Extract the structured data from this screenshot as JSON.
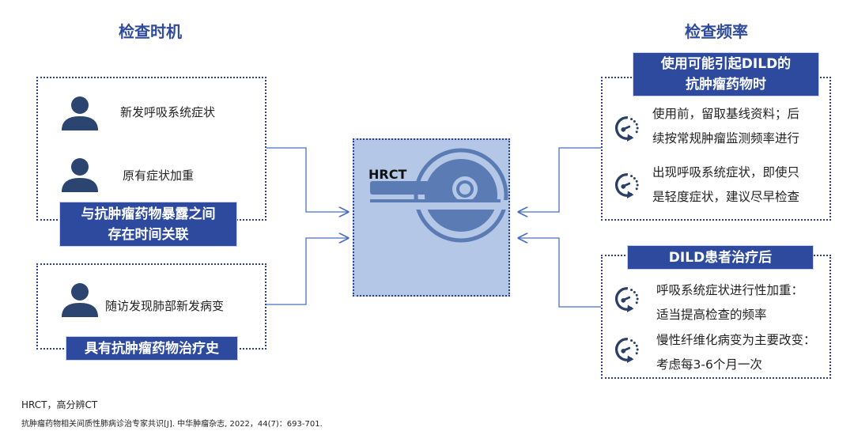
{
  "left": {
    "title": "检查时机",
    "group1": {
      "items": [
        "新发呼吸系统症状",
        "原有症状加重"
      ],
      "banner": [
        "与抗肿瘤药物暴露之间",
        "存在时间关联"
      ]
    },
    "group2": {
      "items": [
        "随访发现肺部新发病变"
      ],
      "banner": "具有抗肿瘤药物治疗史"
    }
  },
  "center": {
    "label": "HRCT",
    "colors": {
      "fill": "#b4c7e7",
      "icon": "#5b7bb5"
    }
  },
  "right": {
    "title": "检查频率",
    "group1": {
      "banner": [
        "使用可能引起DILD的",
        "抗肿瘤药物时"
      ],
      "items": [
        [
          "使用前，留取基线资料；后",
          "续按常规肿瘤监测频率进行"
        ],
        [
          "出现呼吸系统症状，即使只",
          "是轻度症状，建议尽早检查"
        ]
      ]
    },
    "group2": {
      "banner": "DILD患者治疗后",
      "items": [
        [
          "呼吸系统症状进行性加重：",
          "适当提高检查的频率"
        ],
        [
          "慢性纤维化病变为主要改变：",
          "考虑每3-6个月一次"
        ]
      ]
    }
  },
  "footnotes": [
    "HRCT，高分辨CT",
    "抗肿瘤药物相关间质性肺病诊治专家共识[J]. 中华肿瘤杂志, 2022，44(7)：693-701."
  ]
}
